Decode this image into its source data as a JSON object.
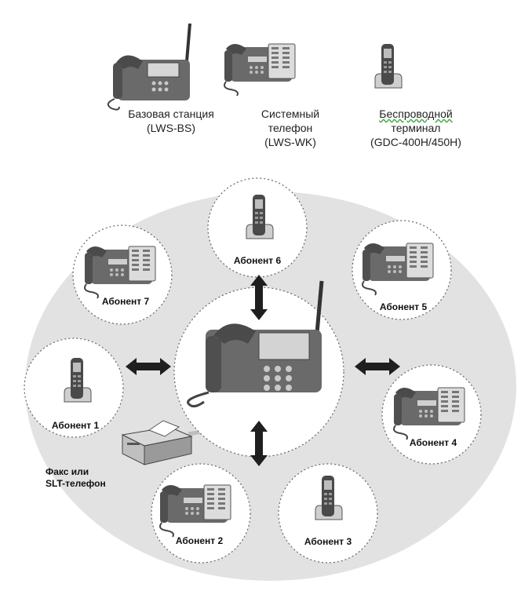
{
  "legend": {
    "base": {
      "line1": "Базовая станция",
      "line2": "(LWS-BS)",
      "icon": "base-station-icon"
    },
    "system": {
      "line1": "Системный",
      "line2": "телефон",
      "line3": "(LWS-WK)",
      "icon": "desk-phone-icon"
    },
    "wireless": {
      "line1": "Беспроводной",
      "line2": "терминал",
      "line3": "(GDC-400H/450H)",
      "icon": "cordless-handset-icon"
    }
  },
  "nodes": {
    "a1": "Абонент 1",
    "a2": "Абонент 2",
    "a3": "Абонент 3",
    "a4": "Абонент 4",
    "a5": "Абонент 5",
    "a6": "Абонент 6",
    "a7": "Абонент 7"
  },
  "fax": {
    "line1": "Факс или",
    "line2": "SLT-телефон",
    "icon": "fax-machine-icon"
  },
  "colors": {
    "ellipse": "#e2e2e2",
    "device": "#5b5b5b",
    "device_light": "#8a8a8a",
    "arrow": "#1f1f1f",
    "circle_stroke": "#666666"
  }
}
